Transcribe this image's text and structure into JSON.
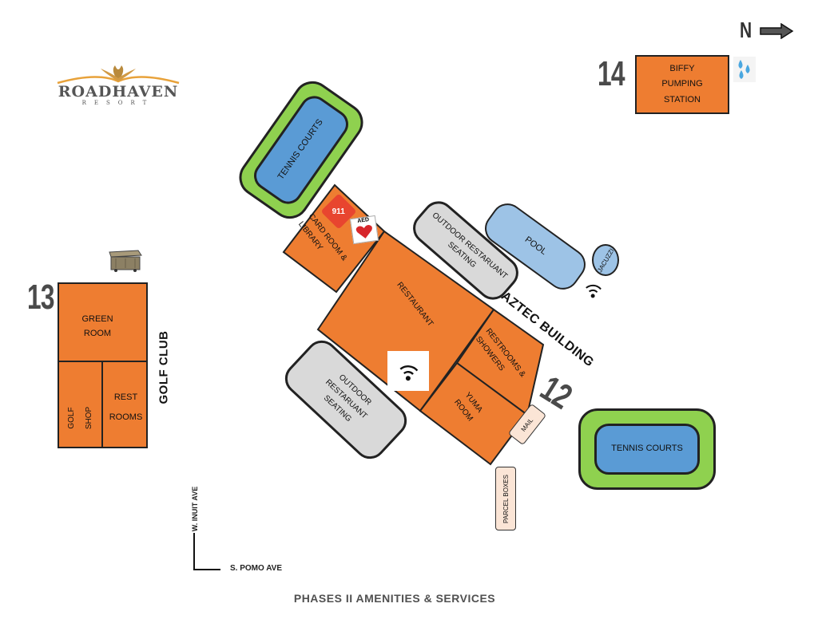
{
  "logo": {
    "name": "ROADHAVEN",
    "sub": "RESORT"
  },
  "compass": {
    "label": "N"
  },
  "footer_title": "PHASES II AMENITIES & SERVICES",
  "streets": {
    "vertical": "W. INUIT AVE",
    "horizontal": "S. POMO AVE"
  },
  "building13": {
    "number": "13",
    "name": "GOLF CLUB",
    "rooms": {
      "green_room": "GREEN\nROOM",
      "golf_shop": "GOLF\nSHOP",
      "rest_rooms": "REST\nROOMS"
    }
  },
  "building14": {
    "number": "14",
    "label": "BIFFY\nPUMPING\nSTATION"
  },
  "building12": {
    "number": "12",
    "name": "AZTEC BUILDING",
    "rooms": {
      "card_room": "CARD ROOM &\nLIBRARY",
      "restaurant": "RESTAURANT",
      "restrooms": "RESTROOMS &\nSHOWERS",
      "yuma_room": "YUMA\nROOM"
    }
  },
  "amenities": {
    "tennis_top": "TENNIS COURTS",
    "tennis_right": "TENNIS COURTS",
    "outdoor_top": "OUTDOOR RESTARUANT\nSEATING",
    "outdoor_bottom": "OUTDOOR\nRESTARUANT\nSEATING",
    "pool": "POOL",
    "jacuzzi": "JACUZZI",
    "mail": "MAIL",
    "parcel_boxes": "PARCEL BOXES"
  },
  "icons": {
    "emergency": "911",
    "aed": "AED"
  },
  "colors": {
    "building": "#ee7d31",
    "court_outer": "#8fd14f",
    "court_inner": "#5a9bd5",
    "pool": "#9dc3e6",
    "seating": "#d9d9d9",
    "mail": "#fbe5d6"
  }
}
